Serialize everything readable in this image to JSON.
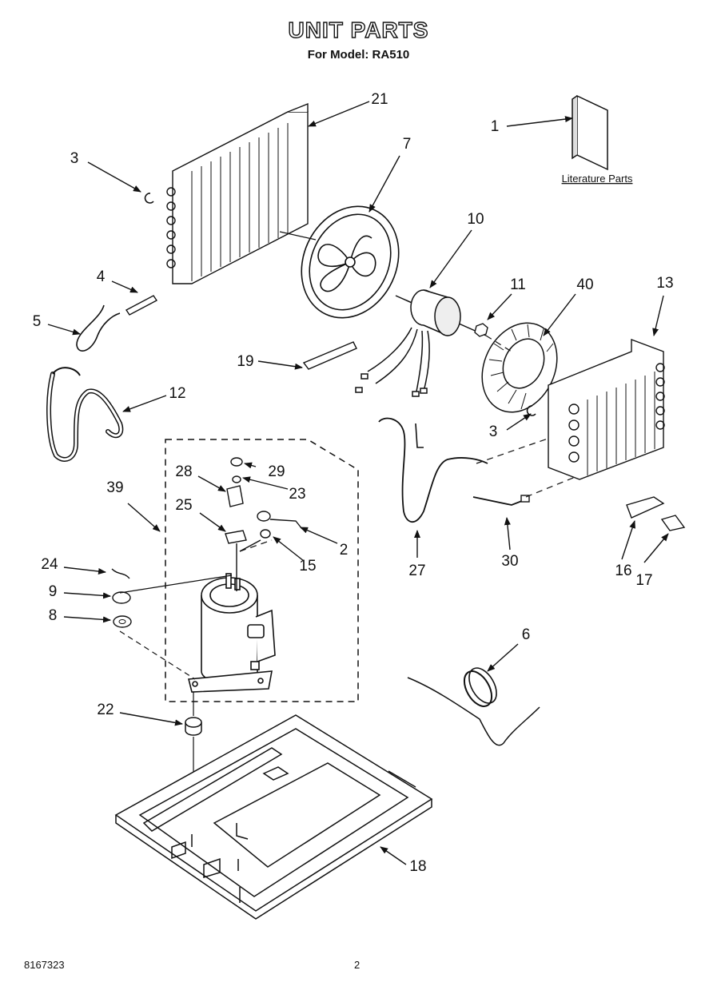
{
  "header": {
    "title": "UNIT PARTS",
    "subtitle": "For Model: RA510"
  },
  "literature_parts_label": "Literature Parts",
  "callouts": [
    {
      "id": "c1",
      "label": "1"
    },
    {
      "id": "c2",
      "label": "2"
    },
    {
      "id": "c3a",
      "label": "3"
    },
    {
      "id": "c3b",
      "label": "3"
    },
    {
      "id": "c4",
      "label": "4"
    },
    {
      "id": "c5",
      "label": "5"
    },
    {
      "id": "c6",
      "label": "6"
    },
    {
      "id": "c7",
      "label": "7"
    },
    {
      "id": "c8",
      "label": "8"
    },
    {
      "id": "c9",
      "label": "9"
    },
    {
      "id": "c10",
      "label": "10"
    },
    {
      "id": "c11",
      "label": "11"
    },
    {
      "id": "c12",
      "label": "12"
    },
    {
      "id": "c13",
      "label": "13"
    },
    {
      "id": "c15",
      "label": "15"
    },
    {
      "id": "c16",
      "label": "16"
    },
    {
      "id": "c17",
      "label": "17"
    },
    {
      "id": "c18",
      "label": "18"
    },
    {
      "id": "c19",
      "label": "19"
    },
    {
      "id": "c21",
      "label": "21"
    },
    {
      "id": "c22",
      "label": "22"
    },
    {
      "id": "c23",
      "label": "23"
    },
    {
      "id": "c24",
      "label": "24"
    },
    {
      "id": "c25",
      "label": "25"
    },
    {
      "id": "c27",
      "label": "27"
    },
    {
      "id": "c28",
      "label": "28"
    },
    {
      "id": "c29",
      "label": "29"
    },
    {
      "id": "c30",
      "label": "30"
    },
    {
      "id": "c39",
      "label": "39"
    },
    {
      "id": "c40",
      "label": "40"
    }
  ],
  "footer": {
    "part_number": "8167323",
    "page": "2"
  }
}
